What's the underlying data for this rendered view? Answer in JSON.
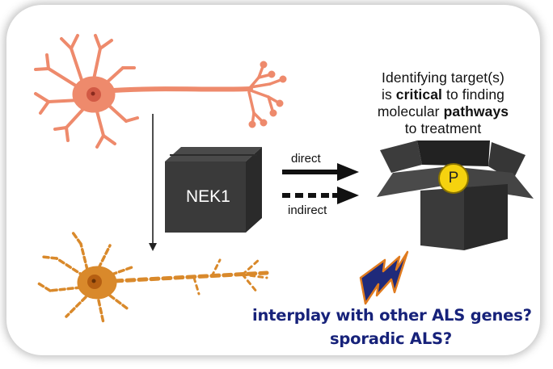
{
  "box_label": "NEK1",
  "arrow_direct_label": "direct",
  "arrow_indirect_label": "indirect",
  "callout": {
    "line1": "Identifying target(s)",
    "line2_pre": "is ",
    "line2_bold": "critical",
    "line2_post": " to finding",
    "line3_pre": "molecular ",
    "line3_bold": "pathways",
    "line4": "to treatment"
  },
  "target_badge": "P",
  "questions": {
    "line1": "interplay with other ALS genes?",
    "line2": "sporadic ALS?"
  },
  "colors": {
    "healthy_neuron": "#ee8a6c",
    "degenerating_neuron": "#d9892b",
    "box": "#3a3a3a",
    "badge": "#f5d20f",
    "question_text": "#17227a",
    "lightning_fill": "#1f2a7a",
    "lightning_outline": "#e07b1f"
  }
}
